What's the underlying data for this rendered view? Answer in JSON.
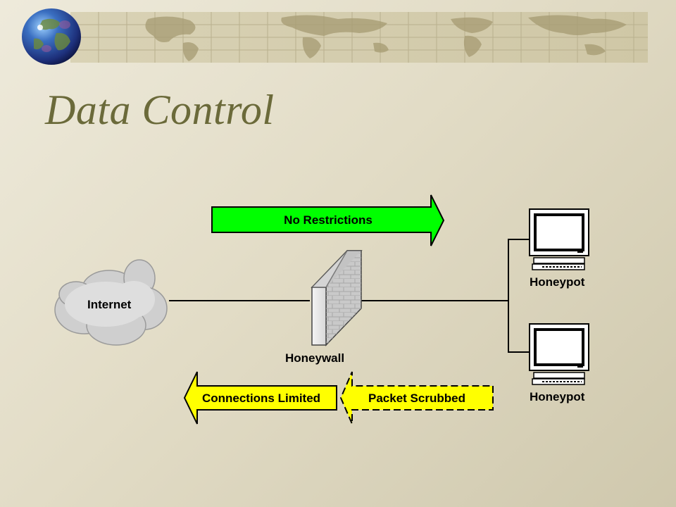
{
  "slide": {
    "title": "Data Control"
  },
  "diagram": {
    "nodes": {
      "internet": "Internet",
      "honeywall": "Honeywall",
      "honeypot_top": "Honeypot",
      "honeypot_bottom": "Honeypot"
    },
    "arrows": {
      "no_restrictions": "No Restrictions",
      "connections_limited": "Connections Limited",
      "packet_scrubbed": "Packet Scrubbed"
    },
    "colors": {
      "no_restrictions_fill": "#00ff00",
      "limited_fill": "#ffff00",
      "title_color": "#6b6a3a"
    }
  }
}
